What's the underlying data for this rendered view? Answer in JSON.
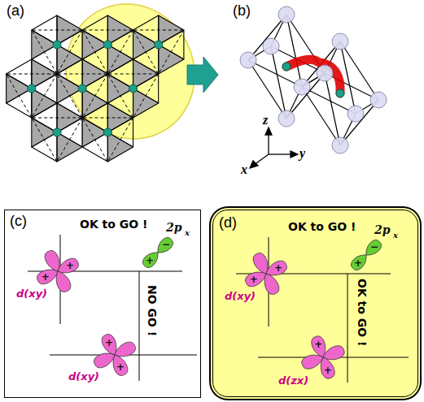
{
  "diagram": {
    "nodes": [
      {
        "text": [
          "(c)",
          "OK to GO !",
          "2p",
          "x",
          "NO GO !",
          "d(xy)",
          "d(xy)",
          "+",
          "+",
          "−",
          "+",
          "+",
          "+"
        ]
      },
      {
        "text": [
          "(d)",
          "OK to GO !",
          "2p",
          "x",
          "OK to GO !",
          "d(xy)",
          "d(zx)",
          "+",
          "+",
          "−",
          "+",
          "+",
          "+"
        ]
      }
    ],
    "labels": [
      "(a)",
      "(b)",
      "z",
      "x",
      "y"
    ]
  }
}
